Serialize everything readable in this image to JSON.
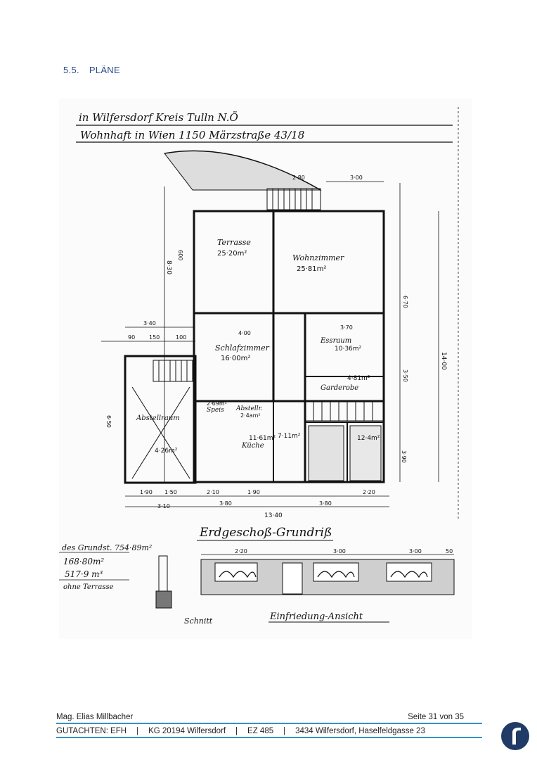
{
  "section": {
    "number": "5.5.",
    "title": "PLÄNE"
  },
  "plan": {
    "header_line1": "in Wilfersdorf Kreis Tulln N.Ö",
    "header_line2": "Wohnhaft in Wien 1150 Märzstraße 43/18",
    "rooms": {
      "terrasse": "Terrasse",
      "terrasse_area": "25·20m²",
      "wohnzimmer": "Wohnzimmer",
      "wohnzimmer_area": "25·81m²",
      "schlafzimmer": "Schlafzimmer",
      "schlafzimmer_area": "16·00m²",
      "essraum": "Essraum",
      "essraum_area": "10·36m²",
      "garderobe": "Garderobe",
      "garderobe_area": "4·81m²",
      "abstellraum": "Abstellraum",
      "abstellraum_area": "4·26m²",
      "kueche": "Küche",
      "kueche_area": "11·61m²",
      "speis": "Speis",
      "speis_area": "2·69m²",
      "abstellr2": "Abstellr.",
      "abstellr2_area": "2·4am²",
      "bad_area": "7·11m²",
      "wc_area": "12·4m²"
    },
    "dimensions": {
      "top": "3·00",
      "right_total": "14·00",
      "left_total": "8·30",
      "bottom_total": "13·40",
      "d1": "3·40",
      "d2": "3·80",
      "d3": "4·00",
      "d4": "3·70",
      "d5": "6·70",
      "d6": "6·50",
      "d7": "1·90",
      "d8": "1·50",
      "d9": "2·10",
      "d10": "1·90",
      "d11": "2·20",
      "d12": "3·90",
      "d13": "90",
      "d14": "150",
      "d15": "100",
      "d16": "600",
      "d17": "3·50",
      "d18": "3·80",
      "d19": "2·80",
      "d20": "3·10"
    },
    "title": "Erdgeschoß-Grundriß",
    "stats": {
      "line1": "des Grundst. 754·89m²",
      "line2": "168·80m²",
      "line3": "517·9 m³",
      "line4": "ohne Terrasse"
    },
    "section_label": "Schnitt",
    "fence_label": "Einfriedung-Ansicht",
    "fence_dims": {
      "a": "2·20",
      "b": "3·00",
      "c": "3·00",
      "d": "50"
    }
  },
  "footer": {
    "author": "Mag. Elias Millbacher",
    "page": "Seite 31 von 35",
    "report": "GUTACHTEN: EFH",
    "kg": "KG 20194 Wilfersdorf",
    "ez": "EZ 485",
    "address": "3434 Wilfersdorf, Haselfeldgasse 23",
    "separator": "|"
  },
  "colors": {
    "heading": "#2a4c8c",
    "rule": "#3a8fc0",
    "logo": "#1f3b66"
  }
}
